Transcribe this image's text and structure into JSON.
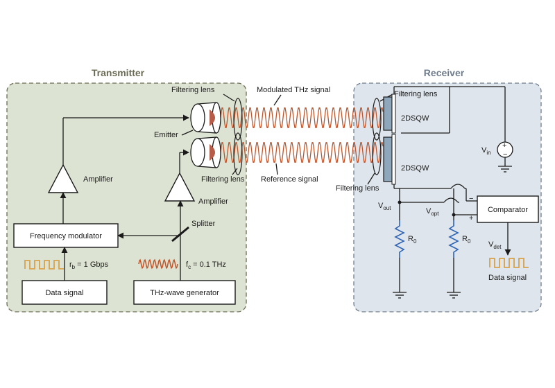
{
  "transmitter": {
    "title": "Transmitter",
    "filtering_lens_top": "Filtering lens",
    "filtering_lens_bottom": "Filtering lens",
    "emitter": "Emitter",
    "amplifier_left": "Amplifier",
    "amplifier_right": "Amplifier",
    "splitter": "Splitter",
    "frequency_modulator": "Frequency modulator",
    "data_signal": "Data signal",
    "thz_generator": "THz-wave generator",
    "rb_main": "r",
    "rb_sub": "b",
    "rb_value": " = 1 Gbps",
    "fc_main": "f",
    "fc_sub": "c",
    "fc_value": " = 0.1 THz"
  },
  "link": {
    "modulated": "Modulated THz signal",
    "reference": "Reference signal"
  },
  "receiver": {
    "title": "Receiver",
    "filtering_lens_top": "Filtering lens",
    "filtering_lens_bottom": "Filtering lens",
    "dsqw_top": "2DSQW",
    "dsqw_bottom": "2DSQW",
    "vin_main": "V",
    "vin_sub": "in",
    "vout_main": "V",
    "vout_sub": "out",
    "vopt_main": "V",
    "vopt_sub": "opt",
    "r0_left_main": "R",
    "r0_left_sub": "0",
    "r0_right_main": "R",
    "r0_right_sub": "0",
    "comparator": "Comparator",
    "minus": "−",
    "plus": "+",
    "vdet_main": "V",
    "vdet_sub": "det",
    "data_signal": "Data signal"
  },
  "colors": {
    "tx_panel": "#dde3d2",
    "rx_panel": "#dfe5ec",
    "wave": "#c0542a",
    "digital": "#d7a24a",
    "lens_fill": "#b85c4a",
    "dsqw_fill": "#8ea7bb",
    "resistor": "#2f63b5"
  }
}
